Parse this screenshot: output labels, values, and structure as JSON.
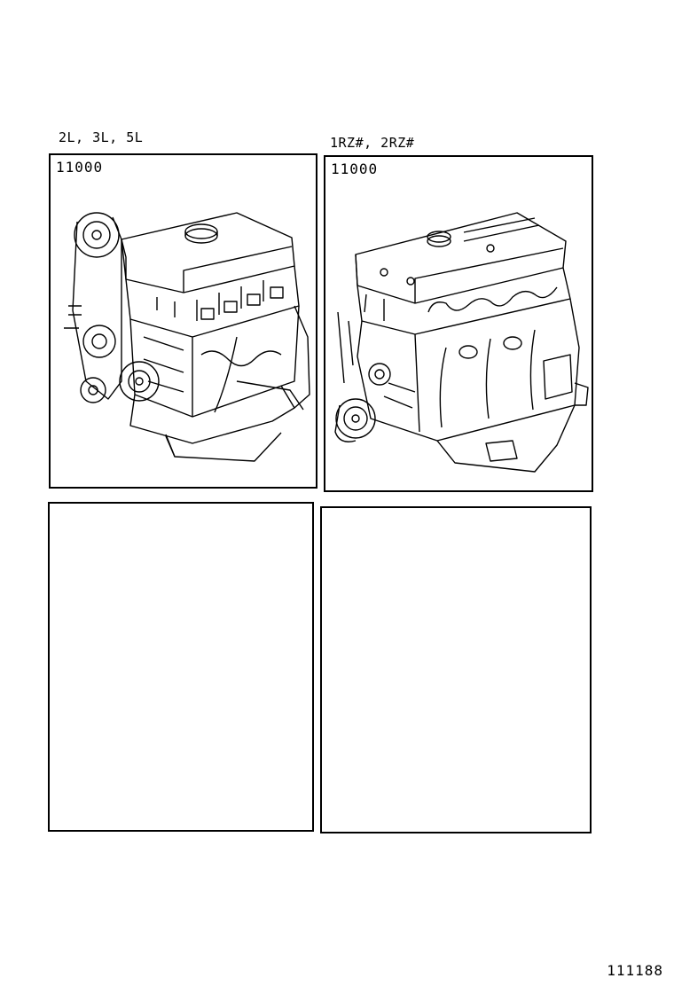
{
  "panels": [
    {
      "group_label": "2L, 3L, 5L",
      "part_code": "11000",
      "illustration": "engine-assembly-diesel"
    },
    {
      "group_label": "1RZ#, 2RZ#",
      "part_code": "11000",
      "illustration": "engine-assembly-gasoline"
    },
    {
      "group_label": "",
      "part_code": "",
      "illustration": ""
    },
    {
      "group_label": "",
      "part_code": "",
      "illustration": ""
    }
  ],
  "footer": {
    "diagram_code": "111188"
  }
}
